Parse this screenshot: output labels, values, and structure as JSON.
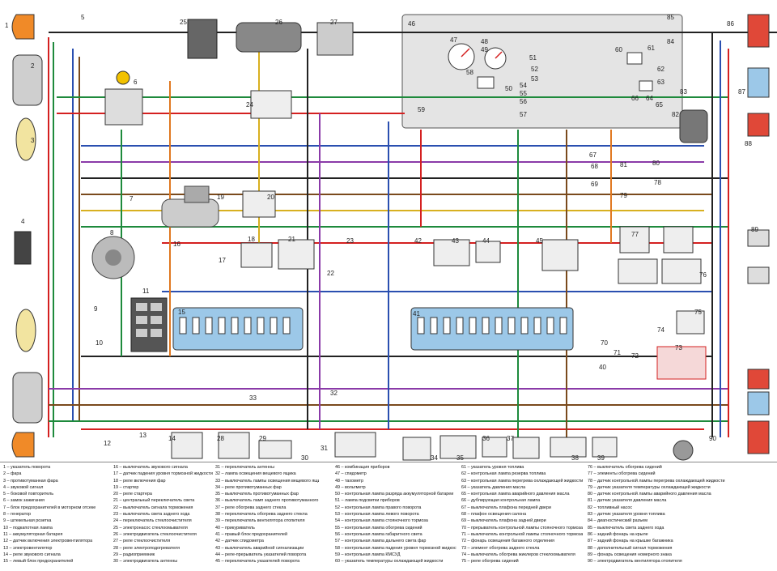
{
  "colors": {
    "background": "#ffffff",
    "connector_blue": "#9cc8e8",
    "wire_red": "#d42020",
    "wire_green": "#1e8a3c",
    "wire_blue": "#2a4fb0",
    "wire_brown": "#7a4a1c",
    "wire_black": "#222222",
    "wire_violet": "#8a3aa8",
    "wire_yellow": "#d8b020",
    "wire_orange": "#e07820",
    "lamp_orange": "#f08a28",
    "lamp_red": "#e04838",
    "panel_grey": "#e4e4e4"
  },
  "component_numbers": [
    "1",
    "2",
    "3",
    "4",
    "5",
    "6",
    "7",
    "8",
    "9",
    "10",
    "11",
    "12",
    "13",
    "14",
    "15",
    "16",
    "17",
    "18",
    "19",
    "20",
    "21",
    "22",
    "23",
    "24",
    "25",
    "26",
    "27",
    "28",
    "29",
    "30",
    "31",
    "32",
    "33",
    "34",
    "35",
    "36",
    "37",
    "38",
    "39",
    "40",
    "41",
    "42",
    "43",
    "44",
    "45",
    "46",
    "47",
    "48",
    "49",
    "50",
    "51",
    "52",
    "53",
    "54",
    "55",
    "56",
    "57",
    "58",
    "59",
    "60",
    "61",
    "62",
    "63",
    "64",
    "65",
    "66",
    "67",
    "68",
    "69",
    "70",
    "71",
    "72",
    "73",
    "74",
    "75",
    "76",
    "77",
    "78",
    "79",
    "80",
    "81",
    "82",
    "83",
    "84",
    "85",
    "86",
    "87",
    "88",
    "89",
    "90"
  ],
  "legend": [
    [
      "1 – указатель поворота",
      "2 – фара",
      "3 – противотуманная фара",
      "4 – звуковой сигнал",
      "5 – боковой повторитель",
      "6 – замок зажигания",
      "7 – блок предохранителей в моторном отсеке",
      "8 – генератор",
      "9 – штекельная розетка",
      "10 – подкапотная лампа",
      "11 – аккумуляторная батарея",
      "12 – датчик включения электровентилятора",
      "13 – электровентилятор",
      "14 – реле звукового сигнала",
      "15 – левый блок предохранителей"
    ],
    [
      "16 – выключатель звукового сигнала",
      "17 – датчик падения уровня тормозной жидкости",
      "18 – реле включения фар",
      "19 – стартер",
      "20 – реле стартера",
      "21 – центральный переключатель света",
      "22 – выключатель сигнала торможения",
      "23 – выключатель света заднего хода",
      "24 – переключатель стеклоочистителя",
      "25 – электронасос стеклоомывателя",
      "26 – электродвигатель стеклоочистителя",
      "27 – реле стеклоочистителя",
      "28 – реле электроподогревателя",
      "29 – радиоприемник",
      "30 – электродвигатель антенны"
    ],
    [
      "31 – переключатель антенны",
      "32 – лампа освещения вещевого ящика",
      "33 – выключатель лампы освещения вещевого ящика",
      "34 – реле противотуманных фар",
      "35 – выключатель противотуманных фар",
      "36 – выключатель ламп заднего противотуманного света",
      "37 – реле обогрева заднего стекла",
      "38 – переключатель обогрева заднего стекла",
      "39 – переключатель вентилятора отопителя",
      "40 – прикуриватель",
      "41 – правый блок предохранителей",
      "42 – датчик спидометра",
      "43 – выключатель аварийной сигнализации",
      "44 – реле-прерыватель указателей поворота",
      "45 – переключатель указателей поворота"
    ],
    [
      "46 – комбинация приборов",
      "47 – спидометр",
      "48 – тахометр",
      "49 – вольтметр",
      "50 – контрольная лампа разряда аккумуляторной батареи",
      "51 – лампа подсветки приборов",
      "52 – контрольная лампа правого поворота",
      "53 – контрольная лампа левого поворота",
      "54 – контрольная лампа стояночного тормоза",
      "55 – контрольная лампа обогрева сидений",
      "56 – контрольная лампа габаритного света",
      "57 – контрольная лампа дальнего света фар",
      "58 – контрольная лампа падения уровня тормозной жидкости",
      "59 – контрольная лампа КМСУД",
      "60 – указатель температуры охлаждающей жидкости"
    ],
    [
      "61 – указатель уровня топлива",
      "62 – контрольная лампа резерва топлива",
      "63 – контрольная лампа перегрева охлаждающей жидкости",
      "64 – указатель давления масла",
      "65 – контрольная лампа аварийного давления масла",
      "66 – дублирующая контрольная лампа",
      "67 – выключатель плафона передней двери",
      "68 – плафон освещения салона",
      "69 – выключатель плафона задней двери",
      "70 – прерыватель контрольной лампы стояночного тормоза",
      "71 – выключатель контрольной лампы стояночного тормоза",
      "72 – фонарь освещения багажного отделения",
      "73 – элемент обогрева заднего стекла",
      "74 – выключатель обогрева жиклеров стеклоомывателя",
      "75 – реле обогрева сидений"
    ],
    [
      "76 – выключатель обогрева сидений",
      "77 – элементы обогрева сидений",
      "78 – датчик контрольной лампы перегрева охлаждающей жидкости",
      "79 – датчик указателя температуры охлаждающей жидкости",
      "80 – датчик контрольной лампы аварийного давления масла",
      "81 – датчик указателя давления масла",
      "82 – топливный насос",
      "83 – датчик указателя уровня топлива",
      "84 – диагностический разъем",
      "85 – выключатель света заднего хода",
      "86 – задний фонарь на крыле",
      "87 – задний фонарь на крышке багажника",
      "88 – дополнительный сигнал торможения",
      "89 – фонарь освещения номерного знака",
      "90 – электродвигатель вентилятора отопителя"
    ]
  ]
}
